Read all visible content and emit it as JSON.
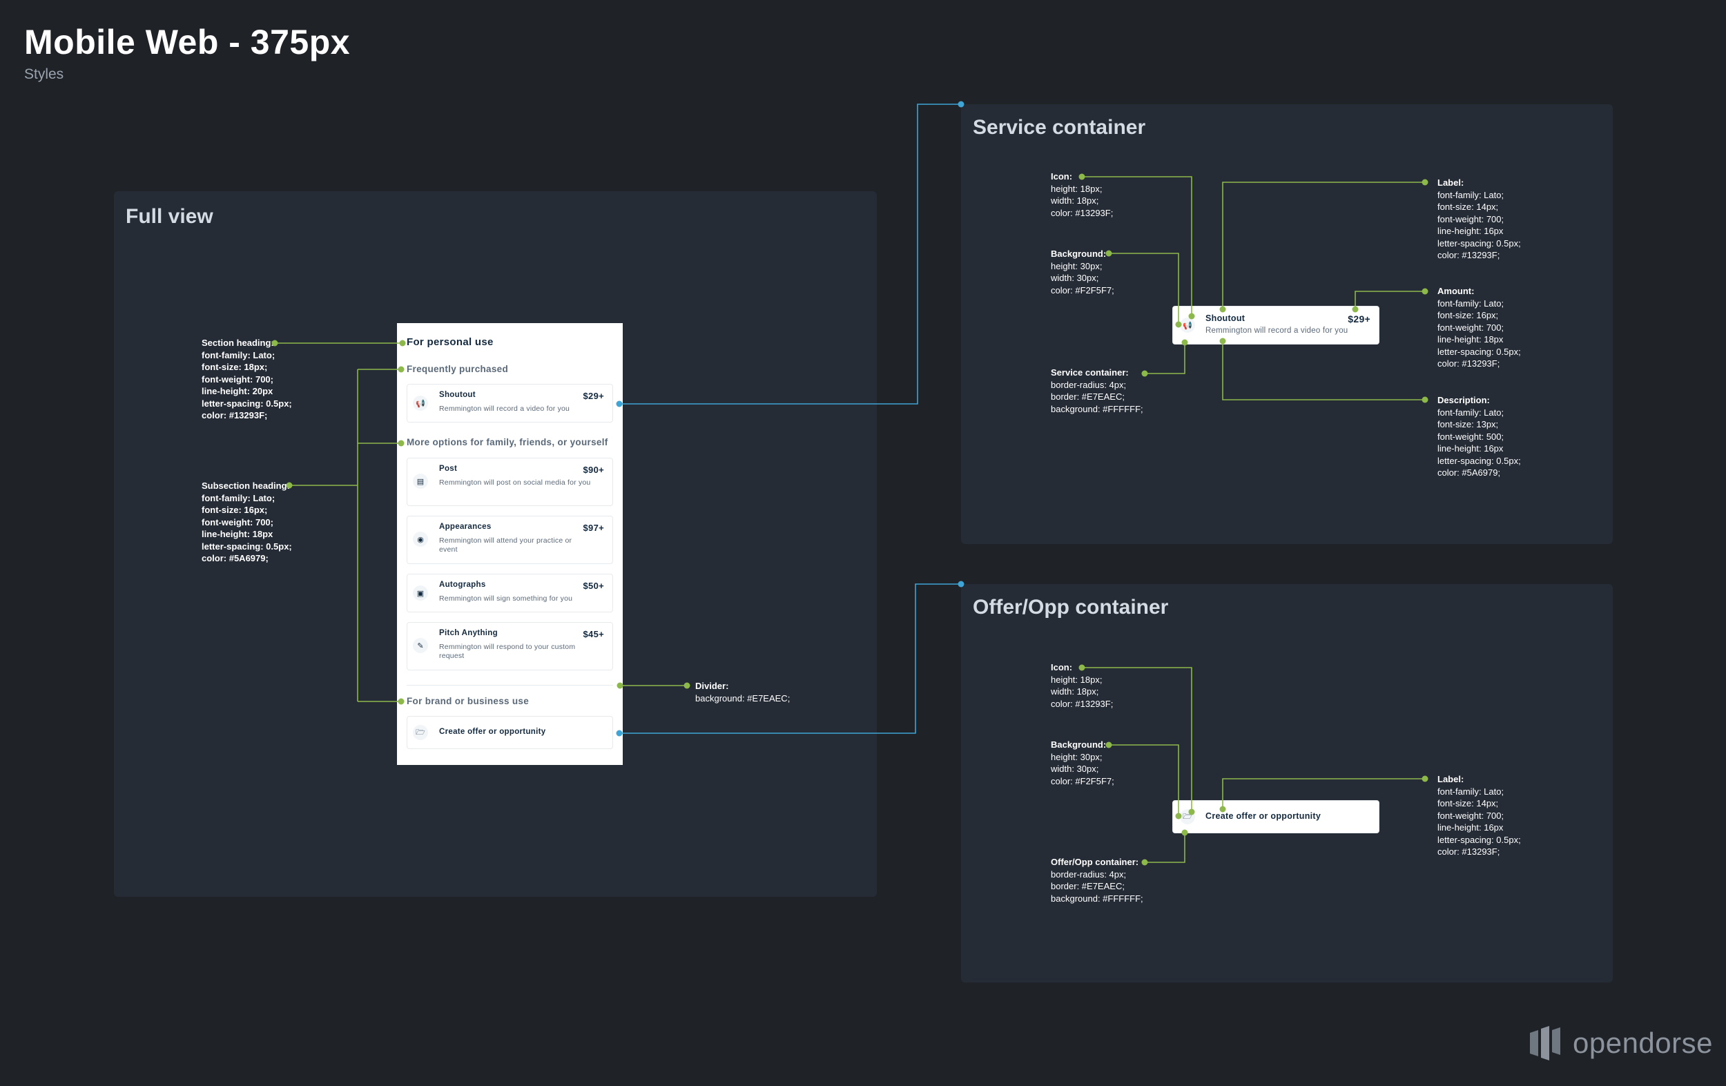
{
  "header": {
    "title": "Mobile Web - 375px",
    "subtitle": "Styles"
  },
  "panels": {
    "full_view": {
      "title": "Full view"
    },
    "service": {
      "title": "Service container"
    },
    "offer": {
      "title": "Offer/Opp container"
    }
  },
  "phone": {
    "section_heading": "For personal use",
    "sub_frequent": "Frequently purchased",
    "sub_more": "More options for family, friends, or yourself",
    "services": [
      {
        "icon": "megaphone-icon",
        "label": "Shoutout",
        "amount": "$29+",
        "description": "Remmington will record a video for you"
      },
      {
        "icon": "post-icon",
        "label": "Post",
        "amount": "$90+",
        "description": "Remmington will post on social media for you"
      },
      {
        "icon": "eye-icon",
        "label": "Appearances",
        "amount": "$97+",
        "description": "Remmington will attend your practice or event"
      },
      {
        "icon": "autograph-icon",
        "label": "Autographs",
        "amount": "$50+",
        "description": "Remmington will sign something for you"
      },
      {
        "icon": "pencil-icon",
        "label": "Pitch Anything",
        "amount": "$45+",
        "description": "Remmington will respond to your custom request"
      }
    ],
    "sub_brand": "For brand or business use",
    "offer_label": "Create offer or opportunity"
  },
  "notes": {
    "section_heading": {
      "title": "Section heading:",
      "lines": [
        "font-family: Lato;",
        "font-size: 18px;",
        "font-weight: 700;",
        "line-height: 20px",
        "letter-spacing: 0.5px;",
        "color: #13293F;"
      ]
    },
    "subsection_heading": {
      "title": "Subsection heading:",
      "lines": [
        "font-family: Lato;",
        "font-size: 16px;",
        "font-weight: 700;",
        "line-height: 18px",
        "letter-spacing: 0.5px;",
        "color: #5A6979;"
      ]
    },
    "divider": {
      "title": "Divider:",
      "lines": [
        "background: #E7EAEC;"
      ]
    },
    "svc_icon": {
      "title": "Icon:",
      "lines": [
        "height: 18px;",
        "width: 18px;",
        "color: #13293F;"
      ]
    },
    "svc_background": {
      "title": "Background:",
      "lines": [
        "height: 30px;",
        "width: 30px;",
        "color: #F2F5F7;"
      ]
    },
    "svc_container": {
      "title": "Service container:",
      "lines": [
        "border-radius: 4px;",
        "border: #E7EAEC;",
        "background: #FFFFFF;"
      ]
    },
    "svc_label": {
      "title": "Label:",
      "lines": [
        "font-family: Lato;",
        "font-size: 14px;",
        "font-weight: 700;",
        "line-height: 16px",
        "letter-spacing: 0.5px;",
        "color: #13293F;"
      ]
    },
    "svc_amount": {
      "title": "Amount:",
      "lines": [
        "font-family: Lato;",
        "font-size: 16px;",
        "font-weight: 700;",
        "line-height: 18px",
        "letter-spacing: 0.5px;",
        "color: #13293F;"
      ]
    },
    "svc_description": {
      "title": "Description:",
      "lines": [
        "font-family: Lato;",
        "font-size: 13px;",
        "font-weight: 500;",
        "line-height: 16px",
        "letter-spacing: 0.5px;",
        "color: #5A6979;"
      ]
    },
    "offer_icon": {
      "title": "Icon:",
      "lines": [
        "height: 18px;",
        "width: 18px;",
        "color: #13293F;"
      ]
    },
    "offer_background": {
      "title": "Background:",
      "lines": [
        "height: 30px;",
        "width: 30px;",
        "color: #F2F5F7;"
      ]
    },
    "offer_container": {
      "title": "Offer/Opp container:",
      "lines": [
        "border-radius: 4px;",
        "border: #E7EAEC;",
        "background: #FFFFFF;"
      ]
    },
    "offer_label": {
      "title": "Label:",
      "lines": [
        "font-family: Lato;",
        "font-size: 14px;",
        "font-weight: 700;",
        "line-height: 16px",
        "letter-spacing: 0.5px;",
        "color: #13293F;"
      ]
    }
  },
  "detail_service": {
    "label": "Shoutout",
    "amount": "$29+",
    "description": "Remmington will record a video for you"
  },
  "detail_offer": {
    "label": "Create offer or opportunity"
  },
  "logo": {
    "text": "opendorse"
  },
  "colors": {
    "connector_green": "#8DB84A",
    "connector_blue": "#3FA5D6",
    "background": "#1F2328",
    "panel": "#252C36"
  }
}
